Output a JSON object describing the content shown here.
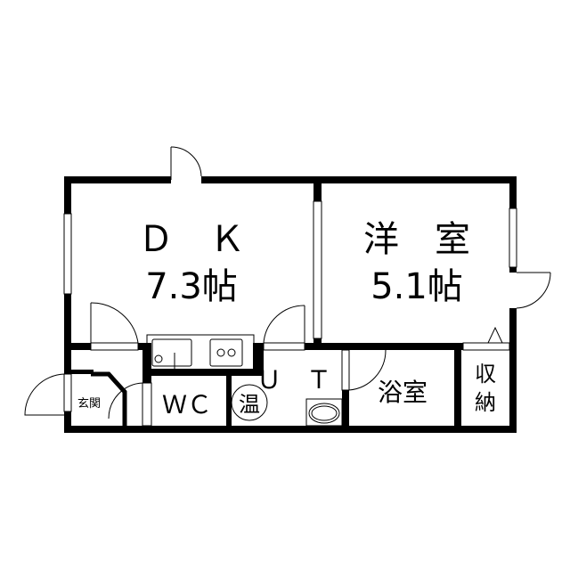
{
  "rooms": {
    "dk": {
      "name": "Ｄ　Ｋ",
      "size": "7.3帖"
    },
    "western": {
      "name": "洋　室",
      "size": "5.1帖"
    },
    "wc": "ＷＣ",
    "water_heater": "温",
    "ut": "Ｕ　Ｔ",
    "bath": "浴室",
    "storage_1": "収",
    "storage_2": "納",
    "entrance": "玄関"
  }
}
